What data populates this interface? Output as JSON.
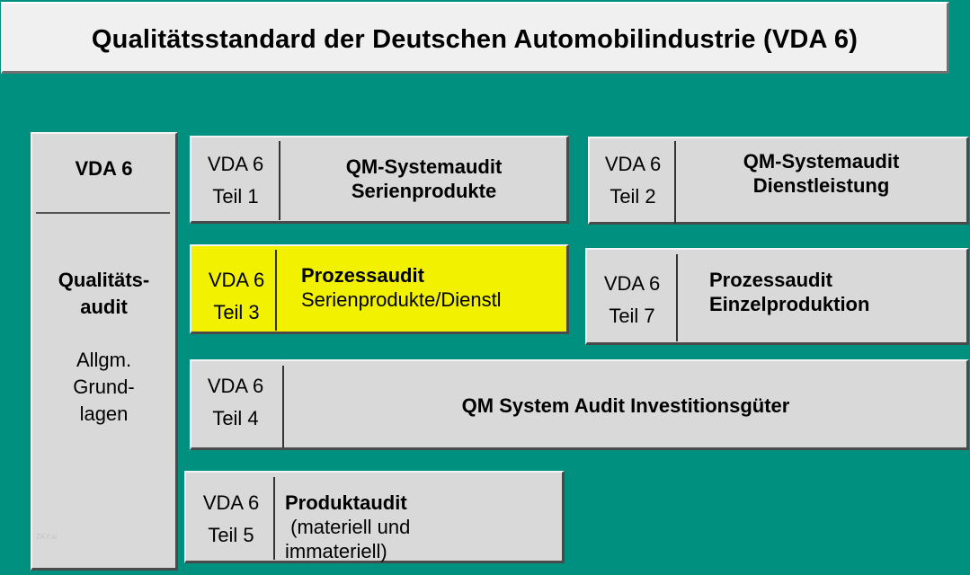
{
  "title": "Qualitätsstandard der Deutschen Automobilindustrie (VDA 6)",
  "sidebar": {
    "heading": "VDA 6",
    "bold_lines": [
      "Qualitäts-",
      "audit"
    ],
    "normal_lines": [
      "Allgm.",
      "Grund-",
      "lagen"
    ],
    "watermark": "ZKY.ai"
  },
  "parts": [
    {
      "id": "teil1",
      "label_line1": "VDA 6",
      "label_line2": "Teil 1",
      "title": "QM-Systemaudit",
      "subtitle": "Serienprodukte",
      "highlighted": false
    },
    {
      "id": "teil2",
      "label_line1": "VDA 6",
      "label_line2": "Teil 2",
      "title": "QM-Systemaudit",
      "subtitle": "Dienstleistung",
      "highlighted": false
    },
    {
      "id": "teil3",
      "label_line1": "VDA 6",
      "label_line2": "Teil 3",
      "title": "Prozessaudit",
      "subtitle": "Serienprodukte/Dienstl",
      "highlighted": true,
      "highlight_color": "#f2f200"
    },
    {
      "id": "teil7",
      "label_line1": "VDA 6",
      "label_line2": "Teil 7",
      "title": "Prozessaudit",
      "subtitle": "Einzelproduktion",
      "highlighted": false
    },
    {
      "id": "teil4",
      "label_line1": "VDA 6",
      "label_line2": "Teil 4",
      "title": "QM System Audit Investitionsgüter",
      "subtitle": "",
      "highlighted": false
    },
    {
      "id": "teil5",
      "label_line1": "VDA 6",
      "label_line2": "Teil 5",
      "title": "Produktaudit",
      "subtitle": " (materiell und",
      "subtitle2": "immateriell)",
      "highlighted": false
    }
  ],
  "colors": {
    "background": "#009080",
    "box": "#d9d9d9",
    "title_box": "#f0f0f0",
    "highlight": "#f2f200"
  }
}
